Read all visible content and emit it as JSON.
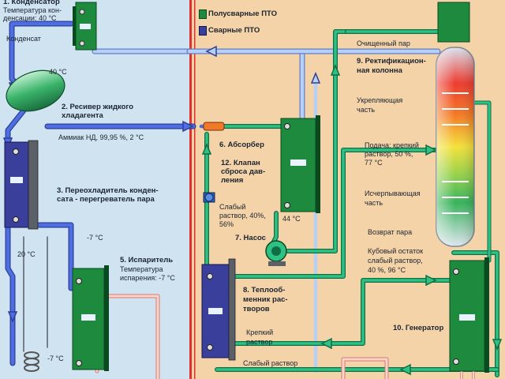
{
  "colors": {
    "left_panel": "#cfe3f1",
    "right_panel": "#f5d3a8",
    "divider": "#e03030",
    "pipe_blue": "#3f5fd0",
    "pipe_light": "#a9c6f0",
    "pipe_green": "#18a86a",
    "pipe_pink": "#f4a9a0",
    "pipe_gray": "#8a8f99",
    "exchanger_green": "#1e8a3e",
    "exchanger_blue": "#3b3f9c"
  },
  "legend": {
    "semi_welded": "Полусварные ПТО",
    "welded": "Сварные ПТО"
  },
  "left": {
    "condenser_title": "1. Конденсатор",
    "condenser_sub1": "Температура кон-",
    "condenser_sub2": "денсации: 40 °C",
    "condensate": "Конденсат",
    "t40": "40 °C",
    "receiver_title1": "2. Ресивер жидкого",
    "receiver_title2": "хладагента",
    "ammonia": "Аммиак НД, 99,95 %, 2 °C",
    "subcooler_title1": "3. Переохладитель конден-",
    "subcooler_title2": "сата - перегреватель пара",
    "t_minus7_a": "-7 °C",
    "t20": "20 °C",
    "evaporator_title": "5. Испаритель",
    "evaporator_sub1": "Температура",
    "evaporator_sub2": "испарения: -7 °C",
    "t_minus7_b": "-7 °C"
  },
  "right": {
    "absorber": "6. Абсорбер",
    "valve_title1": "12. Клапан",
    "valve_title2": "сброса дав-",
    "valve_title3": "ления",
    "weak_sol1": "Слабый",
    "weak_sol2": "раствор, 40%,",
    "weak_sol3": "56%",
    "t44": "44 °C",
    "pump": "7. Насос",
    "hx_title1": "8. Теплооб-",
    "hx_title2": "менник рас-",
    "hx_title3": "творов",
    "strong_sol1": "Крепкий",
    "strong_sol2": "раствор",
    "weak_sol_bottom": "Слабый раствор",
    "clean_vapor": "Очищенный пар",
    "column_title1": "9. Ректификацион-",
    "column_title2": "ная колонна",
    "rect_part1": "Укрепляющая",
    "rect_part2": "часть",
    "feed1": "Подача: крепкий",
    "feed2": "раствор, 50 %,",
    "feed3": "77 °C",
    "strip_part1": "Исчерпывающая",
    "strip_part2": "часть",
    "return_vapor": "Возврат пара",
    "bottoms1": "Кубовый остаток",
    "bottoms2": "слабый раствор,",
    "bottoms3": "40 %, 96 °C",
    "generator": "10. Генератор"
  }
}
